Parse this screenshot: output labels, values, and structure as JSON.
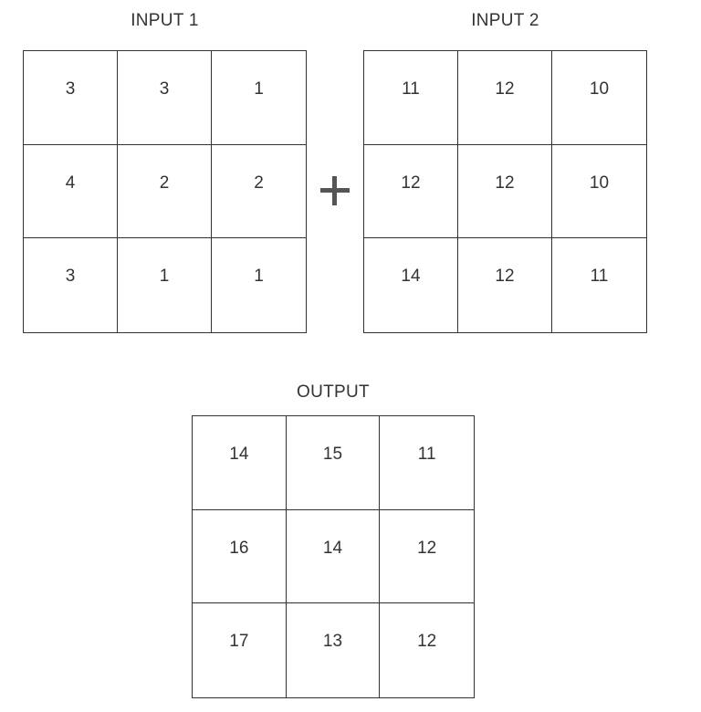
{
  "input1": {
    "label": "INPUT 1",
    "rows": [
      [
        "3",
        "3",
        "1"
      ],
      [
        "4",
        "2",
        "2"
      ],
      [
        "3",
        "1",
        "1"
      ]
    ]
  },
  "input2": {
    "label": "INPUT 2",
    "rows": [
      [
        "11",
        "12",
        "10"
      ],
      [
        "12",
        "12",
        "10"
      ],
      [
        "14",
        "12",
        "11"
      ]
    ]
  },
  "output": {
    "label": "OUTPUT",
    "rows": [
      [
        "14",
        "15",
        "11"
      ],
      [
        "16",
        "14",
        "12"
      ],
      [
        "17",
        "13",
        "12"
      ]
    ]
  },
  "operator": {
    "icon": "plus-icon",
    "color": "#555555"
  },
  "colors": {
    "line": "#333333",
    "text": "#333333",
    "background": "#ffffff"
  }
}
